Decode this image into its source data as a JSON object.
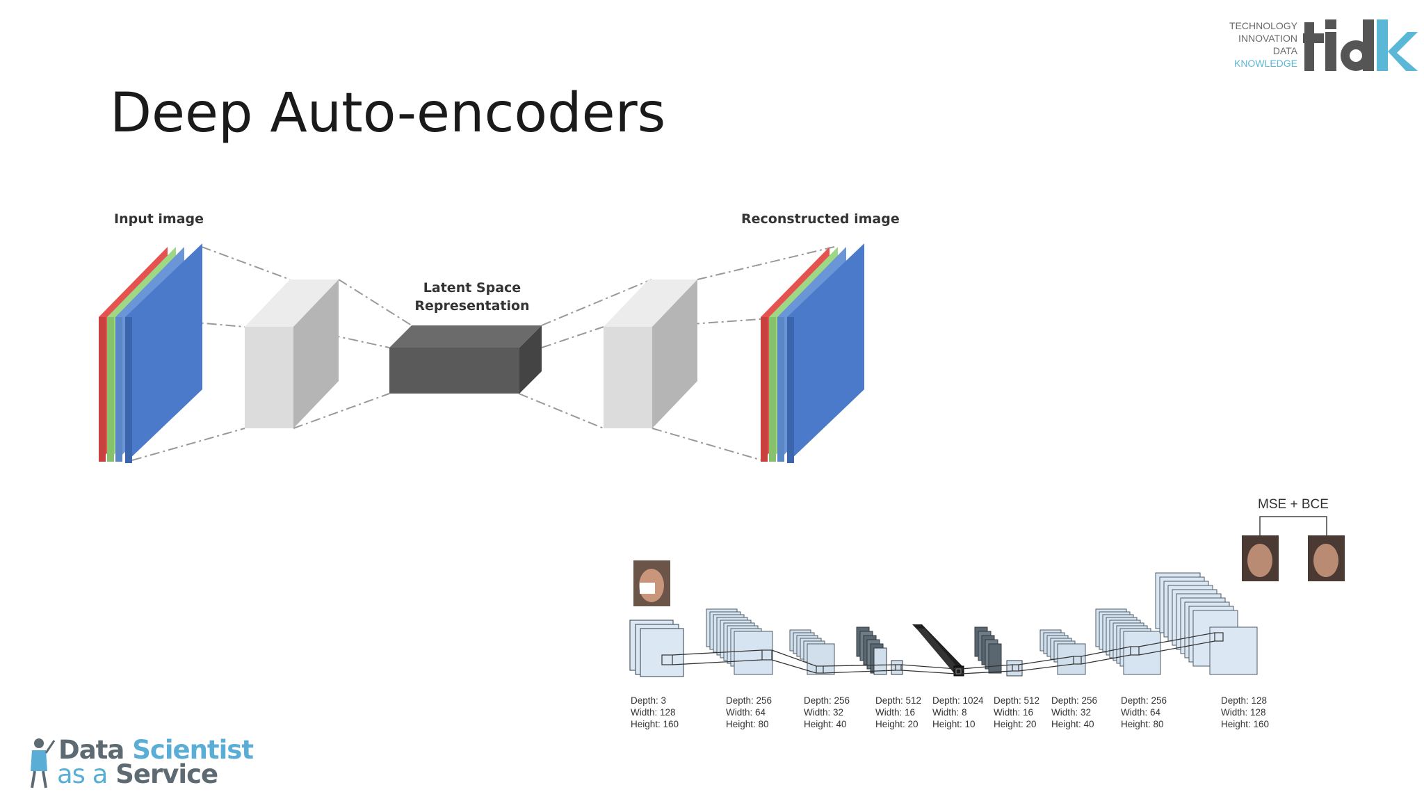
{
  "slide": {
    "title": "Deep Auto-encoders"
  },
  "logo_tidk": {
    "words": [
      "TECHNOLOGY",
      "INNOVATION",
      "DATA",
      "KNOWLEDGE"
    ],
    "mark": "tidk"
  },
  "logo_dsaas": {
    "line1_a": "Data",
    "line1_b": "Scientist",
    "line2_a": "as a",
    "line2_b": "Service"
  },
  "top_diagram": {
    "input_label": "Input image",
    "latent_label_1": "Latent Space",
    "latent_label_2": "Representation",
    "output_label": "Reconstructed image",
    "colors": {
      "red": "#e4534f",
      "green": "#9fd885",
      "blue": "#4a7ac9",
      "grey_light": "#dedede",
      "grey_dark": "#5a5a5a"
    }
  },
  "bottom_diagram": {
    "loss_label": "MSE + BCE",
    "layers": [
      {
        "depth": "Depth: 3",
        "width": "Width: 128",
        "height": "Height: 160"
      },
      {
        "depth": "Depth: 256",
        "width": "Width: 64",
        "height": "Height: 80"
      },
      {
        "depth": "Depth: 256",
        "width": "Width: 32",
        "height": "Height: 40"
      },
      {
        "depth": "Depth: 512",
        "width": "Width: 16",
        "height": "Height: 20"
      },
      {
        "depth": "Depth: 1024",
        "width": "Width: 8",
        "height": "Height: 10"
      },
      {
        "depth": "Depth: 512",
        "width": "Width: 16",
        "height": "Height: 20"
      },
      {
        "depth": "Depth: 256",
        "width": "Width: 32",
        "height": "Height: 40"
      },
      {
        "depth": "Depth: 256",
        "width": "Width: 64",
        "height": "Height: 80"
      },
      {
        "depth": "Depth: 128",
        "width": "Width: 128",
        "height": "Height: 160"
      }
    ]
  }
}
